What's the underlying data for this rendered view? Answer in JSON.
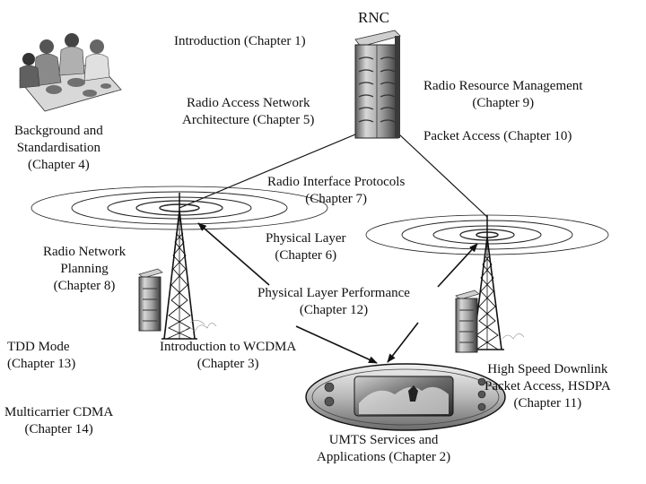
{
  "labels": {
    "rnc": "RNC",
    "intro": [
      "Introduction (Chapter 1)"
    ],
    "ran_arch": [
      "Radio Access Network",
      "Architecture (Chapter 5)"
    ],
    "rrm": [
      "Radio Resource Management",
      "(Chapter 9)"
    ],
    "packet": [
      "Packet Access (Chapter 10)"
    ],
    "background": [
      "Background and",
      "Standardisation",
      "(Chapter 4)"
    ],
    "protocols": [
      "Radio Interface Protocols",
      "(Chapter 7)"
    ],
    "physical": [
      "Physical Layer",
      "(Chapter 6)"
    ],
    "planning": [
      "Radio Network",
      "Planning",
      "(Chapter 8)"
    ],
    "perf": [
      "Physical Layer Performance",
      "(Chapter 12)"
    ],
    "tdd": [
      "TDD Mode",
      "(Chapter 13)"
    ],
    "wcdma": [
      "Introduction to WCDMA",
      "(Chapter 3)"
    ],
    "hsdpa": [
      "High Speed Downlink",
      "Packet Access, HSDPA",
      "(Chapter 11)"
    ],
    "multicarrier": [
      "Multicarrier CDMA",
      "(Chapter 14)"
    ],
    "umts": [
      "UMTS Services and",
      "Applications (Chapter 2)"
    ]
  },
  "colors": {
    "line": "#111111",
    "equipment_light": "#e6e6e6",
    "equipment_mid": "#9a9a9a",
    "equipment_dark": "#4a4a4a"
  }
}
